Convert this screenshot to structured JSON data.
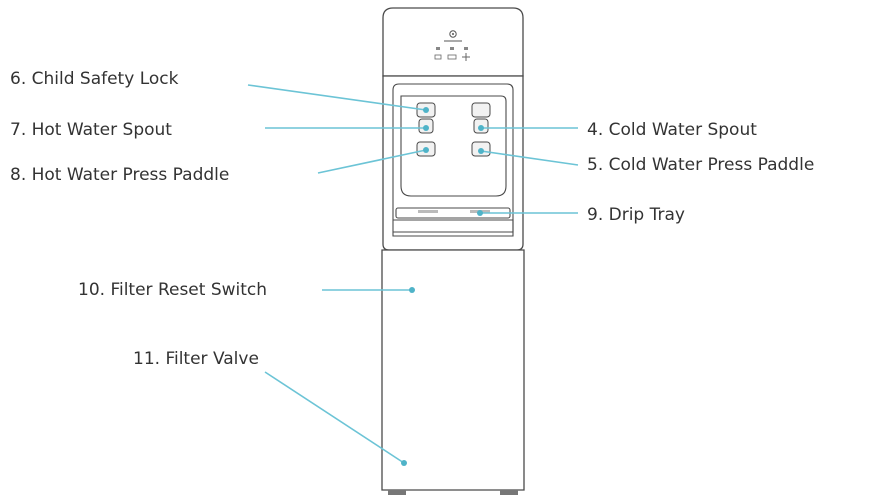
{
  "callouts": [
    {
      "id": "child-safety-lock",
      "label": "6. Child Safety Lock"
    },
    {
      "id": "hot-water-spout",
      "label": "7. Hot Water Spout"
    },
    {
      "id": "hot-water-press-paddle",
      "label": "8. Hot Water Press Paddle"
    },
    {
      "id": "cold-water-spout",
      "label": "4. Cold Water Spout"
    },
    {
      "id": "cold-water-press-paddle",
      "label": "5. Cold Water Press Paddle"
    },
    {
      "id": "drip-tray",
      "label": "9. Drip Tray"
    },
    {
      "id": "filter-reset-switch",
      "label": "10. Filter Reset Switch"
    },
    {
      "id": "filter-valve",
      "label": "11. Filter Valve"
    }
  ],
  "colors": {
    "leader_line": "#6cc4d6",
    "leader_dot": "#4fb3c8",
    "label_text": "#333333",
    "outline": "#4a4a4a"
  },
  "icons": [
    "brand-logo-icon",
    "control-panel-icon"
  ]
}
